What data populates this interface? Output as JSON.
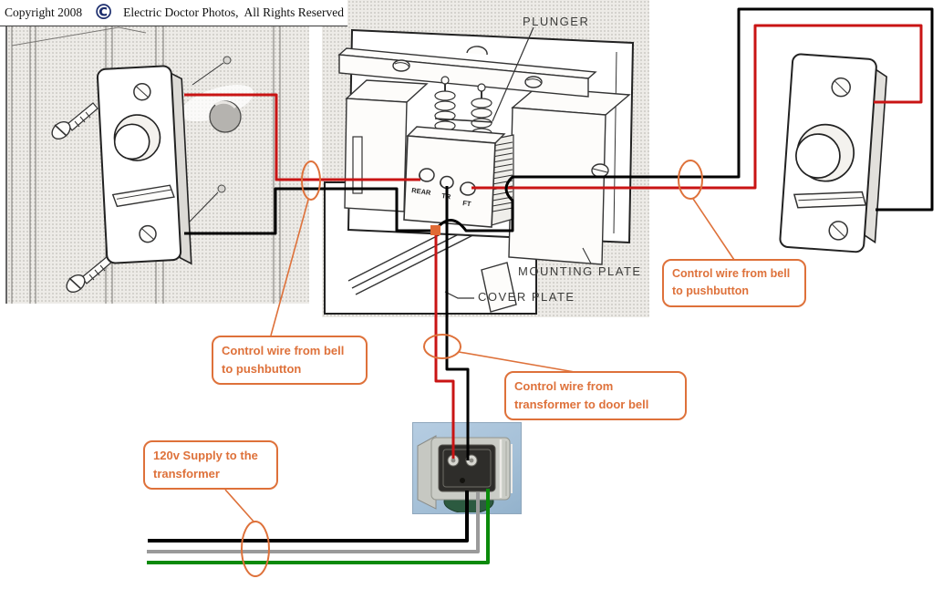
{
  "header": {
    "copyright": "Copyright 2008",
    "symbol": "©",
    "rights": "Electric Doctor Photos,  All Rights Reserved"
  },
  "bell": {
    "labels": {
      "plunger": "PLUNGER",
      "mounting_plate": "MOUNTING PLATE",
      "cover_plate": "COVER PLATE"
    },
    "terminals": {
      "rear": "REAR",
      "trans": "TR",
      "front": "FT"
    }
  },
  "callouts": {
    "left": {
      "text": "Control wire from bell to pushbutton"
    },
    "right": {
      "text": "Control wire from bell to pushbutton"
    },
    "transformer": {
      "text": "Control wire from transformer to door bell"
    },
    "supply": {
      "text": "120v Supply to the transformer"
    }
  },
  "colors": {
    "callout": "#DE713A",
    "wire_red": "#C91414",
    "wire_black": "#000000",
    "wire_gray": "#9A9A9A",
    "wire_green": "#0B8A0B",
    "photo_bg": "#A6C1D8",
    "copyright_blue": "#1D2E6E",
    "panel_bg": "#EDEBE7"
  }
}
